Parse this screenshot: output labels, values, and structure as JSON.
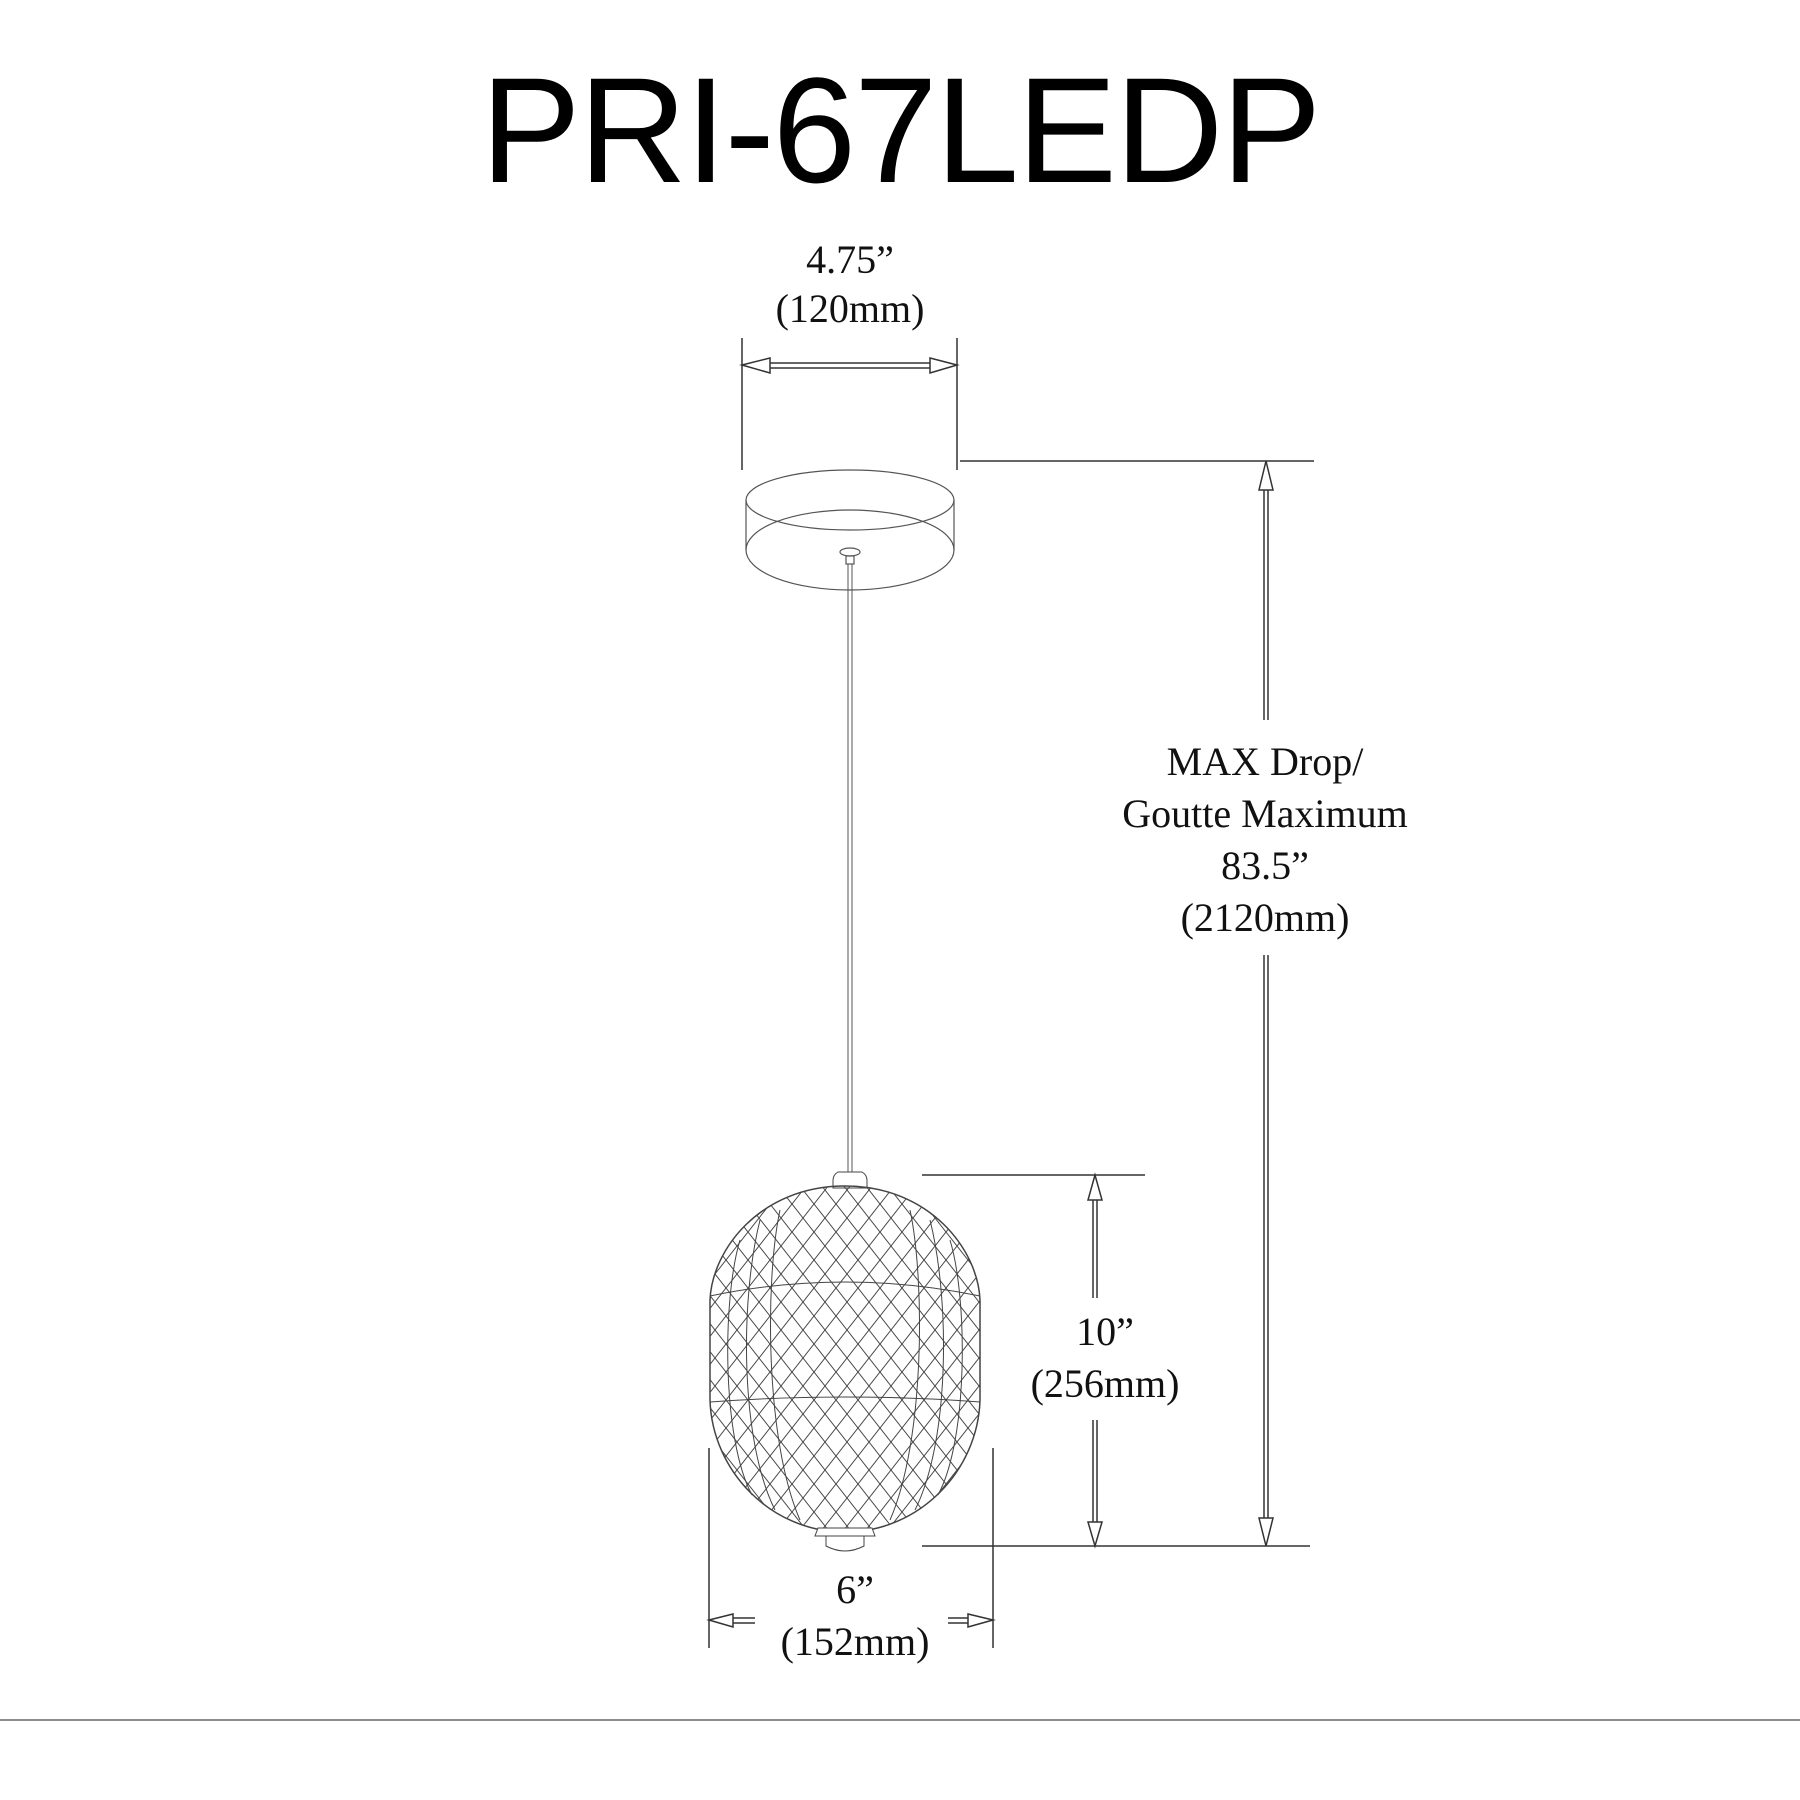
{
  "title": "PRI-67LEDP",
  "dimensions": {
    "canopy_width": {
      "imperial": "4.75”",
      "metric": "(120mm)"
    },
    "max_drop": {
      "label_en": "MAX Drop/",
      "label_fr": "Goutte Maximum",
      "imperial": "83.5”",
      "metric": "(2120mm)"
    },
    "shade_height": {
      "imperial": "10”",
      "metric": "(256mm)"
    },
    "shade_width": {
      "imperial": "6”",
      "metric": "(152mm)"
    }
  },
  "colors": {
    "line": "#333333",
    "text": "#111111",
    "rule": "#8c8c8c"
  }
}
